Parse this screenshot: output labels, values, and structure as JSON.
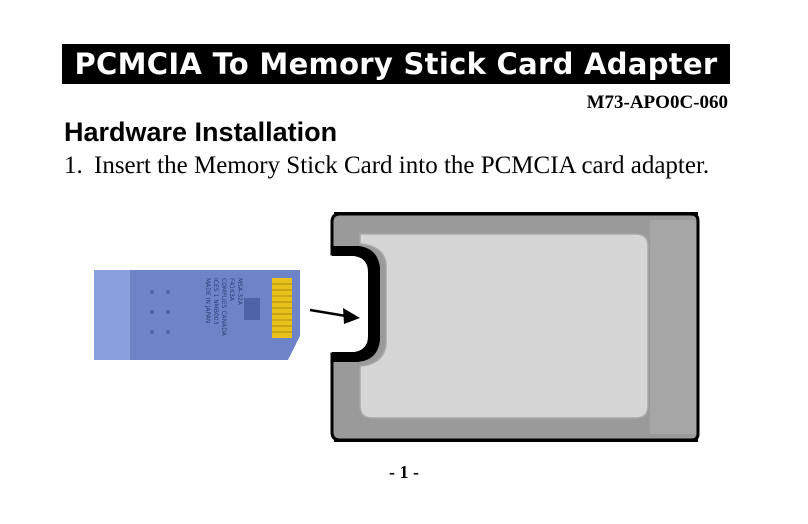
{
  "document": {
    "title": "PCMCIA To Memory Stick Card Adapter",
    "model_number": "M73-APO0C-060",
    "section_heading": "Hardware Installation",
    "step": {
      "number": "1.",
      "text": "Insert the Memory Stick Card into the PCMCIA card adapter."
    },
    "page_number": "- 1 -"
  },
  "memory_stick": {
    "label_lines": [
      "MSA-32A",
      "F41K3A",
      "COMPLIES CANADA",
      "ICES 1 NMB003",
      "MADE IN JAPAN"
    ]
  },
  "colors": {
    "title_bar": "#000000",
    "title_text": "#ffffff",
    "memory_stick_body": "#6f84c8",
    "memory_stick_contacts": "#e8c21a",
    "adapter_body": "#9a9a9a",
    "adapter_panel": "#d2d2d2",
    "adapter_frame": "#000000"
  },
  "icons": [
    "arrow-right-icon"
  ]
}
